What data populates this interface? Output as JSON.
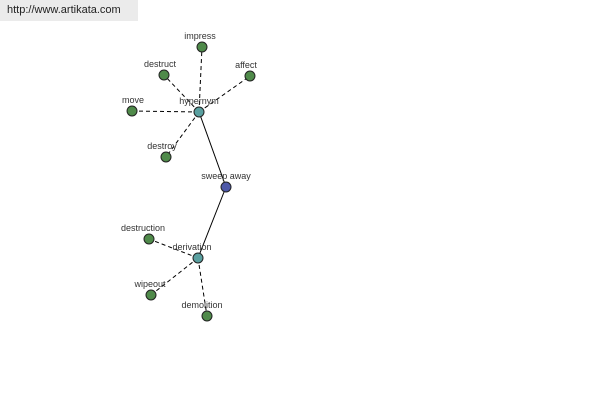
{
  "header": {
    "url": "http://www.artikata.com"
  },
  "colors": {
    "leaf": "#4f8a4a",
    "hub": "#5aa0a0",
    "root": "#4d58a8"
  },
  "graph": {
    "root": "sweep away",
    "hubs": [
      "hypernym",
      "derivation"
    ],
    "hypernym_terms": [
      "impress",
      "destruct",
      "affect",
      "move",
      "destroy"
    ],
    "derivation_terms": [
      "destruction",
      "wipeout",
      "demolition"
    ]
  }
}
